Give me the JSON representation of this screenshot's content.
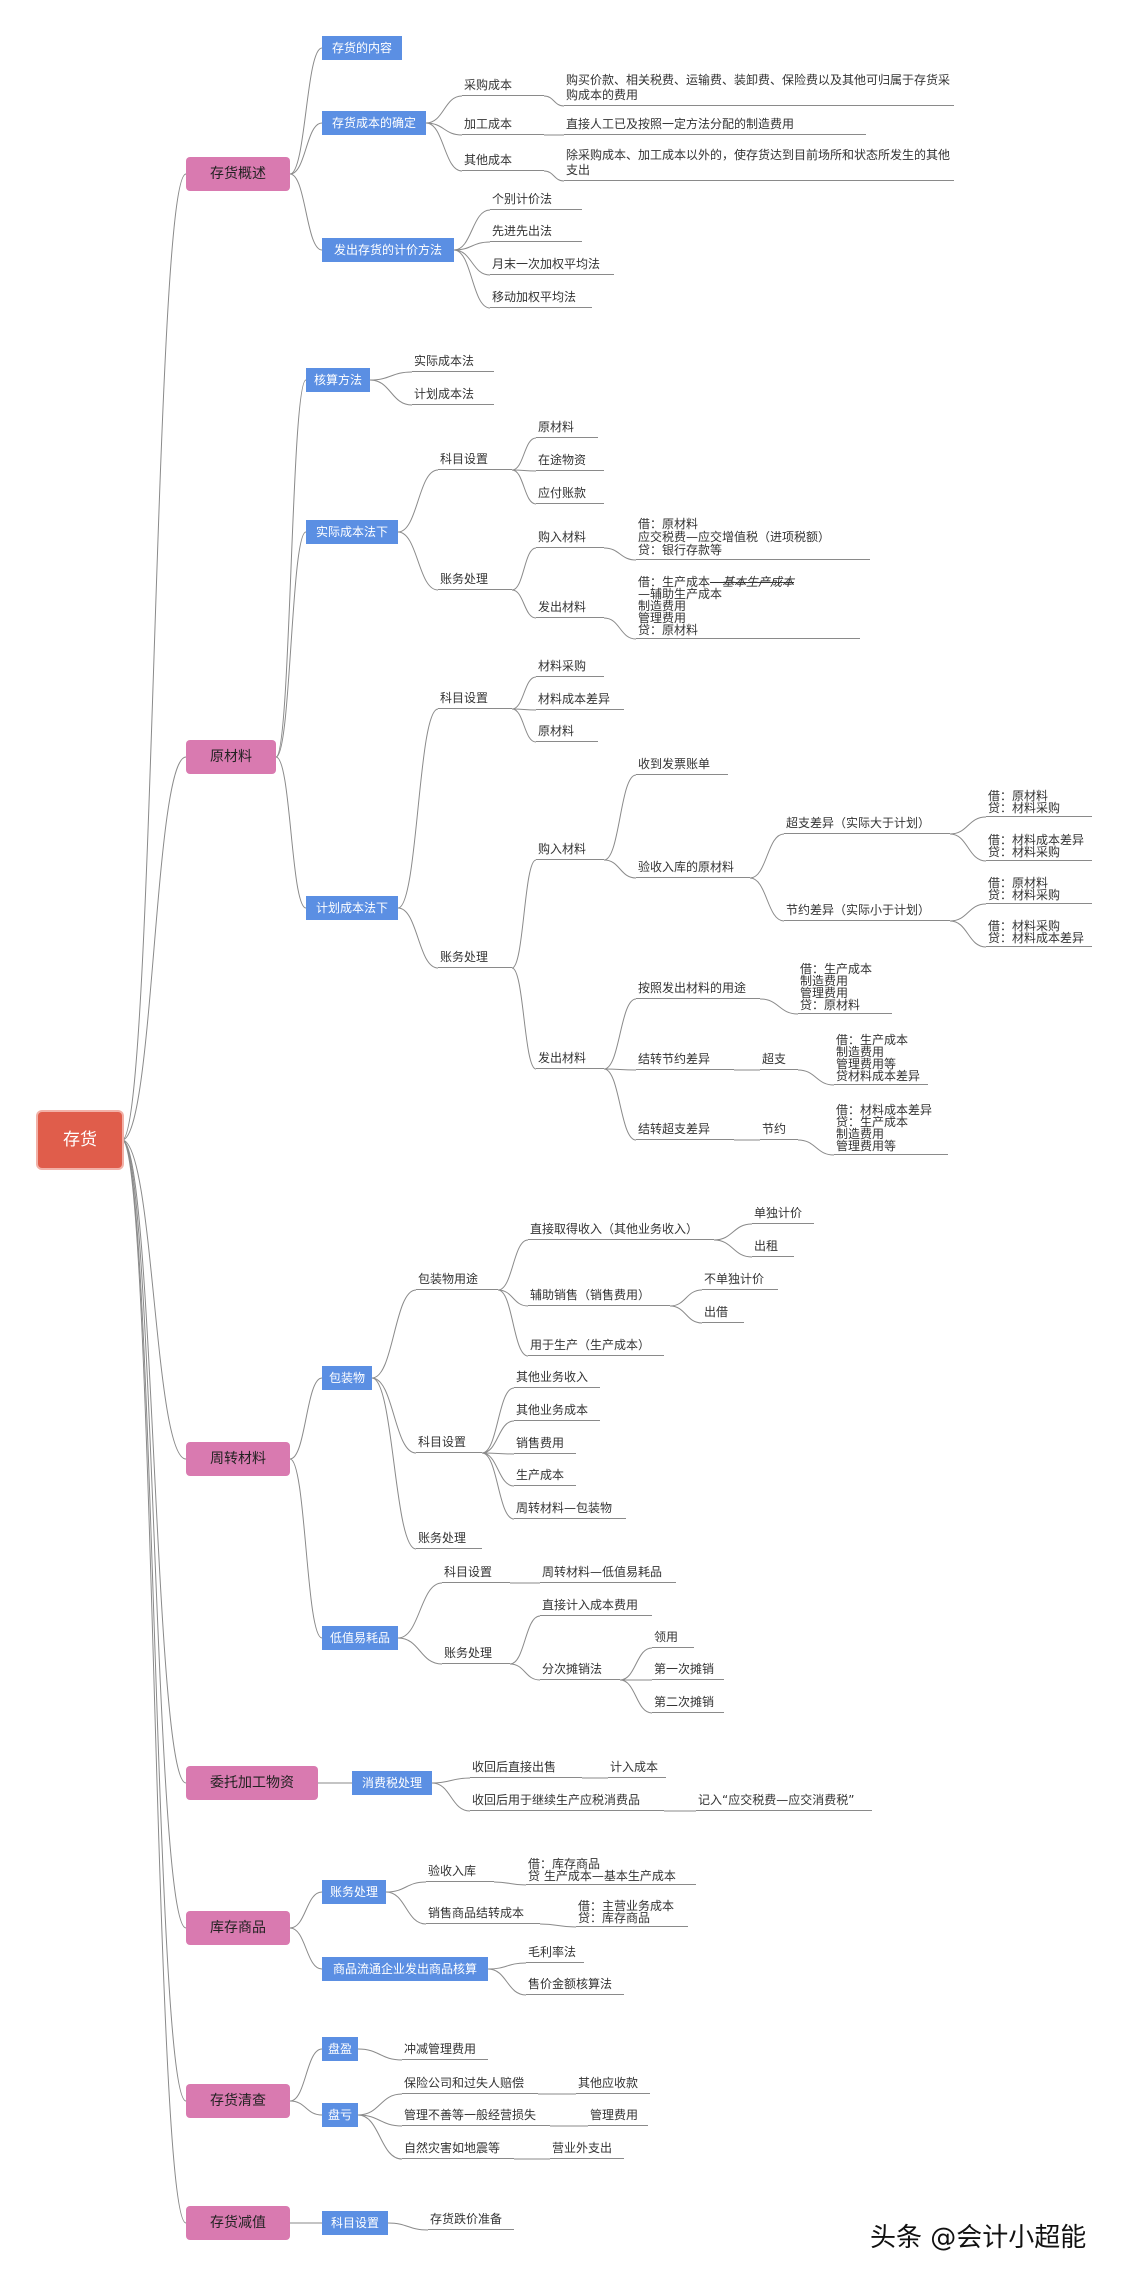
{
  "root": {
    "label": "存货"
  },
  "b1": {
    "label": "存货概述",
    "c1": {
      "label": "存货的内容"
    },
    "c2": {
      "label": "存货成本的确定",
      "d1": {
        "label": "采购成本",
        "e1": "购买价款、相关税费、运输费、装卸费、保险费以及其他可归属于存货采购成本的费用"
      },
      "d2": {
        "label": "加工成本",
        "e1": "直接人工已及按照一定方法分配的制造费用"
      },
      "d3": {
        "label": "其他成本",
        "e1": "除采购成本、加工成本以外的，使存货达到目前场所和状态所发生的其他支出"
      }
    },
    "c3": {
      "label": "发出存货的计价方法",
      "d1": "个别计价法",
      "d2": "先进先出法",
      "d3": "月末一次加权平均法",
      "d4": "移动加权平均法"
    }
  },
  "b2": {
    "label": "原材料",
    "c1": {
      "label": "核算方法",
      "d1": "实际成本法",
      "d2": "计划成本法"
    },
    "c2": {
      "label": "实际成本法下",
      "d1": {
        "label": "科目设置",
        "e1": "原材料",
        "e2": "在途物资",
        "e3": "应付账款"
      },
      "d2": {
        "label": "账务处理",
        "e1": {
          "label": "购入材料",
          "lines": [
            "借：原材料",
            "应交税费—应交增值税（进项税额）",
            "贷：银行存款等"
          ]
        },
        "e2": {
          "label": "发出材料",
          "line1a": "借：生产成本",
          "line1b": "—基本生产成本",
          "lines": [
            "—辅助生产成本",
            "制造费用",
            "管理费用",
            "贷：原材料"
          ]
        }
      }
    },
    "c3": {
      "label": "计划成本法下",
      "d1": {
        "label": "科目设置",
        "e1": "材料采购",
        "e2": "材料成本差异",
        "e3": "原材料"
      },
      "d2": {
        "label": "账务处理",
        "e1": {
          "label": "购入材料",
          "f1": "收到发票账单",
          "f2": {
            "label": "验收入库的原材料",
            "g1": {
              "label": "超支差异（实际大于计划）",
              "h1": [
                "借：原材料",
                "贷：材料采购"
              ],
              "h2": [
                "借：材料成本差异",
                "贷：材料采购"
              ]
            },
            "g2": {
              "label": "节约差异（实际小于计划）",
              "h1": [
                "借：原材料",
                "贷：材料采购"
              ],
              "h2": [
                "借：材料采购",
                "贷：材料成本差异"
              ]
            }
          }
        },
        "e2": {
          "label": "发出材料",
          "f1": {
            "label": "按照发出材料的用途",
            "lines": [
              "借：生产成本",
              "制造费用",
              "管理费用",
              "贷：原材料"
            ]
          },
          "f2": {
            "label": "结转节约差异",
            "g1": "超支",
            "lines": [
              "借：生产成本",
              "制造费用",
              "管理费用等",
              "贷材料成本差异"
            ]
          },
          "f3": {
            "label": "结转超支差异",
            "g1": "节约",
            "lines": [
              "借：材料成本差异",
              "贷：生产成本",
              "制造费用",
              "管理费用等"
            ]
          }
        }
      }
    }
  },
  "b3": {
    "label": "周转材料",
    "c1": {
      "label": "包装物",
      "d1": {
        "label": "包装物用途",
        "e1": {
          "label": "直接取得收入（其他业务收入）",
          "f1": "单独计价",
          "f2": "出租"
        },
        "e2": {
          "label": "辅助销售（销售费用）",
          "f1": "不单独计价",
          "f2": "出借"
        },
        "e3": "用于生产（生产成本）"
      },
      "d2": {
        "label": "科目设置",
        "e1": "其他业务收入",
        "e2": "其他业务成本",
        "e3": "销售费用",
        "e4": "生产成本",
        "e5": "周转材料—包装物"
      },
      "d3": "账务处理"
    },
    "c2": {
      "label": "低值易耗品",
      "d1": {
        "label": "科目设置",
        "e1": "周转材料—低值易耗品"
      },
      "d2": {
        "label": "账务处理",
        "e1": "直接计入成本费用",
        "e2": {
          "label": "分次摊销法",
          "f1": "领用",
          "f2": "第一次摊销",
          "f3": "第二次摊销"
        }
      }
    }
  },
  "b4": {
    "label": "委托加工物资",
    "c1": {
      "label": "消费税处理",
      "d1": {
        "label": "收回后直接出售",
        "e1": "计入成本"
      },
      "d2": {
        "label": "收回后用于继续生产应税消费品",
        "e1": "记入“应交税费—应交消费税”"
      }
    }
  },
  "b5": {
    "label": "库存商品",
    "c1": {
      "label": "账务处理",
      "d1": {
        "label": "验收入库",
        "lines": [
          "借：库存商品",
          "贷 生产成本—基本生产成本"
        ]
      },
      "d2": {
        "label": "销售商品结转成本",
        "lines": [
          "借：主营业务成本",
          "贷：库存商品"
        ]
      }
    },
    "c2": {
      "label": "商品流通企业发出商品核算",
      "d1": "毛利率法",
      "d2": "售价金额核算法"
    }
  },
  "b6": {
    "label": "存货清查",
    "c1": {
      "label": "盘盈",
      "d1": "冲减管理费用"
    },
    "c2": {
      "label": "盘亏",
      "d1": {
        "label": "保险公司和过失人赔偿",
        "e1": "其他应收款"
      },
      "d2": {
        "label": "管理不善等一般经营损失",
        "e1": "管理费用"
      },
      "d3": {
        "label": "自然灾害如地震等",
        "e1": "营业外支出"
      }
    }
  },
  "b7": {
    "label": "存货减值",
    "c1": {
      "label": "科目设置",
      "d1": "存货跌价准备"
    }
  },
  "watermark": "头条 @会计小超能",
  "colors": {
    "root": "#e05d4b",
    "level1": "#d97ab0",
    "level2": "#5b8fe3",
    "line": "#8a8a8a"
  }
}
